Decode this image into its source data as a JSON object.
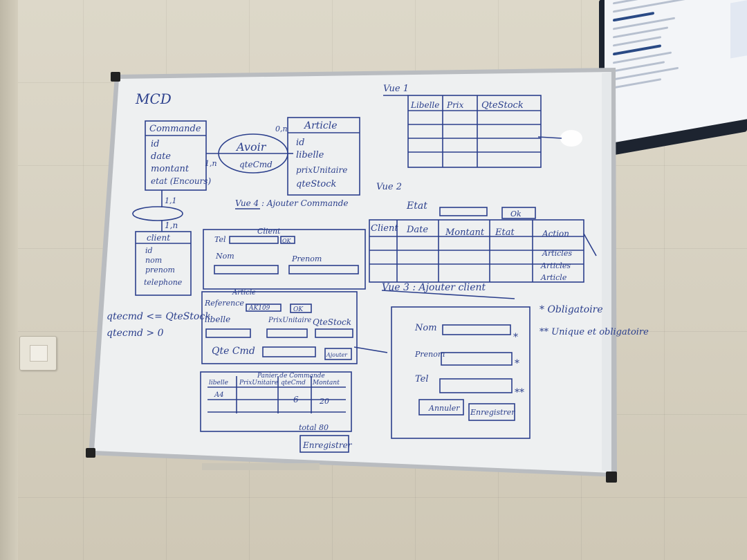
{
  "board": {
    "title_mcd": "MCD",
    "entities": {
      "commande": {
        "name": "Commande",
        "fields": [
          "id",
          "date",
          "montant",
          "etat (Encours)"
        ]
      },
      "article": {
        "name": "Article",
        "fields": [
          "id",
          "libelle",
          "prixUnitaire",
          "qteStock"
        ]
      },
      "client": {
        "name": "client",
        "fields": [
          "id",
          "nom",
          "prenom",
          "telephone"
        ]
      }
    },
    "relation": {
      "name": "Avoir",
      "attribute": "qteCmd"
    },
    "cardinalities": {
      "commande_avoir": "1,n",
      "article_avoir": "0,n",
      "commande_client": "1,1",
      "client_commande": "1,n"
    },
    "rules": [
      "qtecmd <= QteStock",
      "qtecmd > 0"
    ],
    "vue1": {
      "title": "Vue 1",
      "headers": [
        "Libelle",
        "Prix",
        "QteStock"
      ]
    },
    "vue2": {
      "title": "Vue 2",
      "filter_label": "Etat",
      "filter_button": "Ok",
      "headers": [
        "Client",
        "Date",
        "Montant",
        "Etat",
        "Action"
      ],
      "actions": [
        "Articles",
        "Articles",
        "Article"
      ]
    },
    "vue3": {
      "title": "Vue 3 : Ajouter client",
      "fields": [
        "Nom",
        "Prenom",
        "Tel"
      ],
      "marks": [
        "*",
        "*",
        "**"
      ],
      "buttons": [
        "Annuler",
        "Enregistrer"
      ]
    },
    "vue4": {
      "title": "Vue 4 : Ajouter Commande",
      "client_section": "Client",
      "tel_label": "Tel",
      "ok_label": "OK",
      "nom_label": "Nom",
      "prenom_label": "Prenom",
      "article_section": "Article",
      "reference_label": "Reference",
      "reference_value": "AK109",
      "libelle_label": "libelle",
      "prix_label": "PrixUnitaire",
      "qtestock_label": "QteStock",
      "qtecmd_label": "Qte Cmd",
      "add_button": "Ajouter",
      "panier_title": "Panier de Commande",
      "panier_headers": [
        "libelle",
        "PrixUnitaire",
        "qteCmd",
        "Montant"
      ],
      "panier_row": [
        "A4",
        "",
        "6",
        "20"
      ],
      "total": "total 80",
      "save_button": "Enregistrer"
    },
    "legend": {
      "single": "* Obligatoire",
      "double": "** Unique et obligatoire"
    }
  },
  "colors": {
    "marker": "#2b3f8c",
    "board": "#eef0f1",
    "frame": "#b9bcc0",
    "wall": "#d8d2c2"
  },
  "icons": [
    "light-switch-icon",
    "wall-tv-icon"
  ]
}
